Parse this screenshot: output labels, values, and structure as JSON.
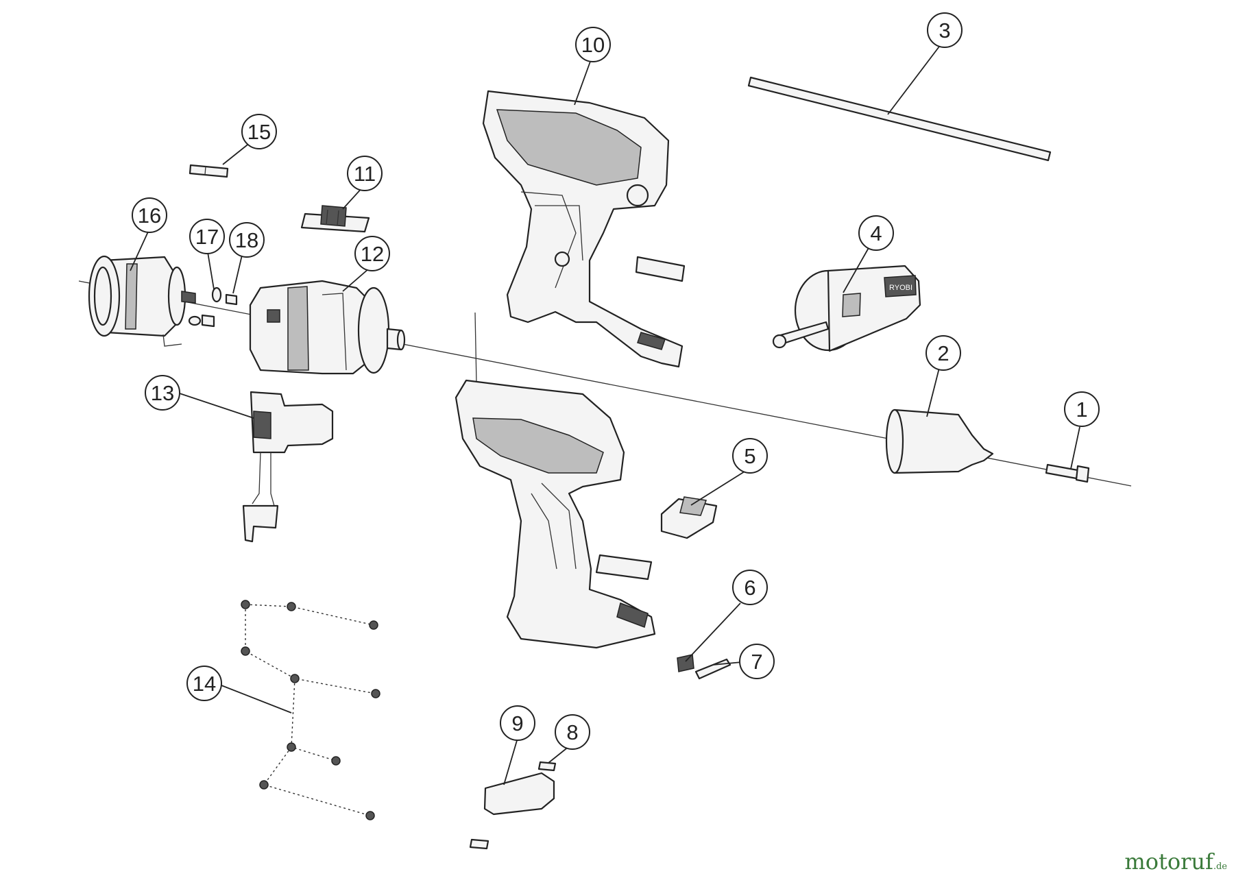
{
  "diagram": {
    "callouts": [
      "1",
      "2",
      "3",
      "4",
      "5",
      "6",
      "7",
      "8",
      "9",
      "10",
      "11",
      "12",
      "13",
      "14",
      "15",
      "16",
      "17",
      "18"
    ],
    "badge_text": "RYOBI"
  },
  "watermark": {
    "main": "motoruf",
    "tld": ".de"
  }
}
